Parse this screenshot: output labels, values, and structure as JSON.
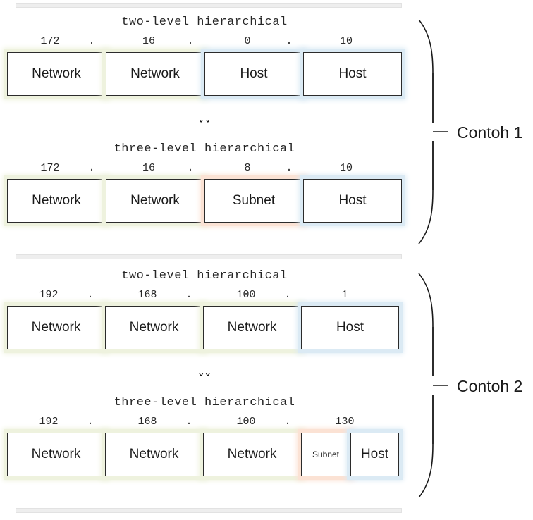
{
  "separators": [
    {
      "name": "top"
    },
    {
      "name": "middle"
    },
    {
      "name": "bottom"
    }
  ],
  "colors": {
    "network_glow": "#eef2de",
    "host_glow": "#dbeaf4",
    "subnet_glow": "#fbe2d4",
    "box_border": "#2b2b2b",
    "separator": "#eeeeee",
    "text": "#1a1a1a"
  },
  "icons": {
    "chevron_down_double": "ˇˇ",
    "chevron_glyph": "⋁"
  },
  "examples": [
    {
      "label": "Contoh 1",
      "levels": [
        {
          "title": "two-level hierarchical",
          "octets": [
            "172",
            "16",
            "0",
            "10"
          ],
          "separator_dot": ".",
          "cells": [
            {
              "label": "Network",
              "role": "network"
            },
            {
              "label": "Network",
              "role": "network"
            },
            {
              "label": "Host",
              "role": "host"
            },
            {
              "label": "Host",
              "role": "host"
            }
          ]
        },
        {
          "title": "three-level hierarchical",
          "octets": [
            "172",
            "16",
            "8",
            "10"
          ],
          "separator_dot": ".",
          "cells": [
            {
              "label": "Network",
              "role": "network"
            },
            {
              "label": "Network",
              "role": "network"
            },
            {
              "label": "Subnet",
              "role": "subnet"
            },
            {
              "label": "Host",
              "role": "host"
            }
          ]
        }
      ]
    },
    {
      "label": "Contoh 2",
      "levels": [
        {
          "title": "two-level hierarchical",
          "octets": [
            "192",
            "168",
            "100",
            "1"
          ],
          "separator_dot": ".",
          "cells": [
            {
              "label": "Network",
              "role": "network"
            },
            {
              "label": "Network",
              "role": "network"
            },
            {
              "label": "Network",
              "role": "network"
            },
            {
              "label": "Host",
              "role": "host"
            }
          ]
        },
        {
          "title": "three-level hierarchical",
          "octets": [
            "192",
            "168",
            "100",
            "130"
          ],
          "separator_dot": ".",
          "cells": [
            {
              "label": "Network",
              "role": "network"
            },
            {
              "label": "Network",
              "role": "network"
            },
            {
              "label": "Network",
              "role": "network"
            },
            {
              "label": "Subnet",
              "role": "subnet",
              "narrow": true
            },
            {
              "label": "Host",
              "role": "host",
              "narrow": true
            }
          ]
        }
      ]
    }
  ]
}
